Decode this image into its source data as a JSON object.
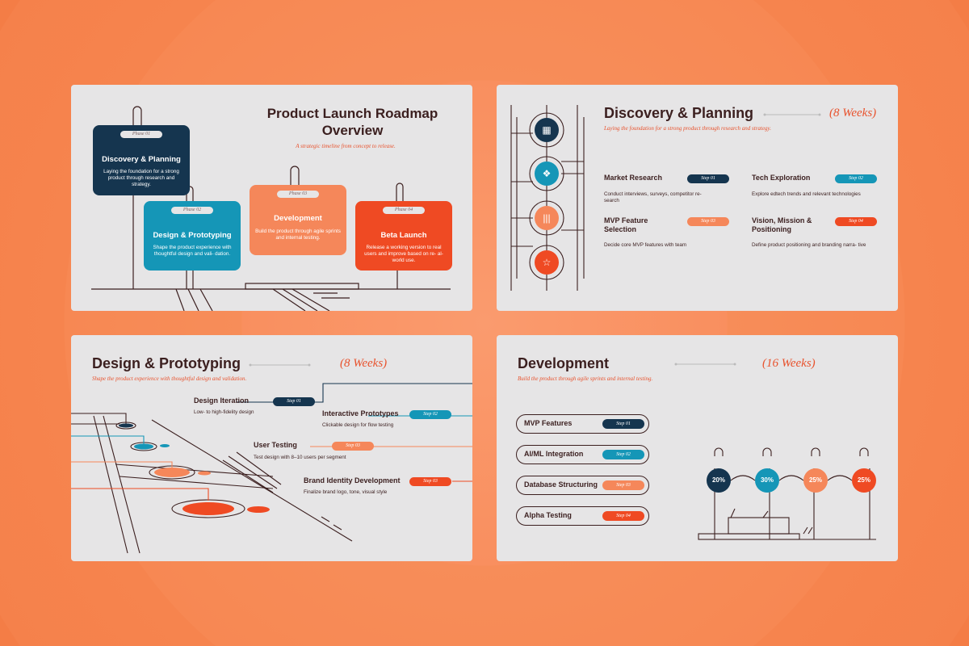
{
  "colors": {
    "background": "#f78a55",
    "slide": "#e6e5e6",
    "navy": "#15354f",
    "teal": "#1596b7",
    "orange": "#f5875a",
    "red": "#ef4a23",
    "dark": "#3b1f1f"
  },
  "overview": {
    "title_line1": "Product Launch Roadmap",
    "title_line2": "Overview",
    "subtitle": "A strategic timeline from concept to release.",
    "phases": [
      {
        "phase": "Phase 01",
        "title": "Discovery & Planning",
        "desc": "Laying the foundation for a strong product through research and strategy."
      },
      {
        "phase": "Phase 02",
        "title": "Design & Prototyping",
        "desc": "Shape the product experience with thoughtful design and vali- dation."
      },
      {
        "phase": "Phase 03",
        "title": "Development",
        "desc": "Build the product through agile sprints and internal testing."
      },
      {
        "phase": "Phase 04",
        "title": "Beta Launch",
        "desc": "Release a working version to real users and improve based on re- al-world use."
      }
    ]
  },
  "discovery": {
    "title": "Discovery & Planning",
    "weeks": "(8 Weeks)",
    "subtitle": "Laying the foundation for a strong product through research and strategy.",
    "icons": [
      "store-icon",
      "network-icon",
      "bars-icon",
      "star-icon"
    ],
    "items": [
      {
        "title": "Market Research",
        "step": "Step 01",
        "desc": "Conduct interviews, surveys, competitor re- search"
      },
      {
        "title": "Tech Exploration",
        "step": "Step 02",
        "desc": "Explore edtech trends and relevant technologies"
      },
      {
        "title": "MVP Feature Selection",
        "step": "Step 03",
        "desc": "Decide core MVP features with team"
      },
      {
        "title": "Vision, Mission & Positioning",
        "step": "Step 04",
        "desc": "Define product positioning and branding narra- tive"
      }
    ]
  },
  "design": {
    "title": "Design & Prototyping",
    "weeks": "(8 Weeks)",
    "subtitle": "Shape the product experience with thoughtful design and validation.",
    "items": [
      {
        "title": "Design Iteration",
        "step": "Step 01",
        "desc": "Low- to high-fidelity design"
      },
      {
        "title": "Interactive Prototypes",
        "step": "Step 02",
        "desc": "Clickable design for flow testing"
      },
      {
        "title": "User Testing",
        "step": "Step 03",
        "desc": "Test design with 8–10 users per segment"
      },
      {
        "title": "Brand Identity Development",
        "step": "Step 03",
        "desc": "Finalize brand logo, tone, visual style"
      }
    ]
  },
  "development": {
    "title": "Development",
    "weeks": "(16 Weeks)",
    "subtitle": "Build the product through agile sprints and internal testing.",
    "items": [
      {
        "title": "MVP Features",
        "step": "Step 01"
      },
      {
        "title": "AI/ML Integration",
        "step": "Step 02"
      },
      {
        "title": "Database Structuring",
        "step": "Step 03"
      },
      {
        "title": "Alpha Testing",
        "step": "Step 04"
      }
    ],
    "percents": [
      {
        "value": 20,
        "label": "20%"
      },
      {
        "value": 30,
        "label": "30%"
      },
      {
        "value": 25,
        "label": "25%"
      },
      {
        "value": 25,
        "label": "25%"
      }
    ]
  }
}
